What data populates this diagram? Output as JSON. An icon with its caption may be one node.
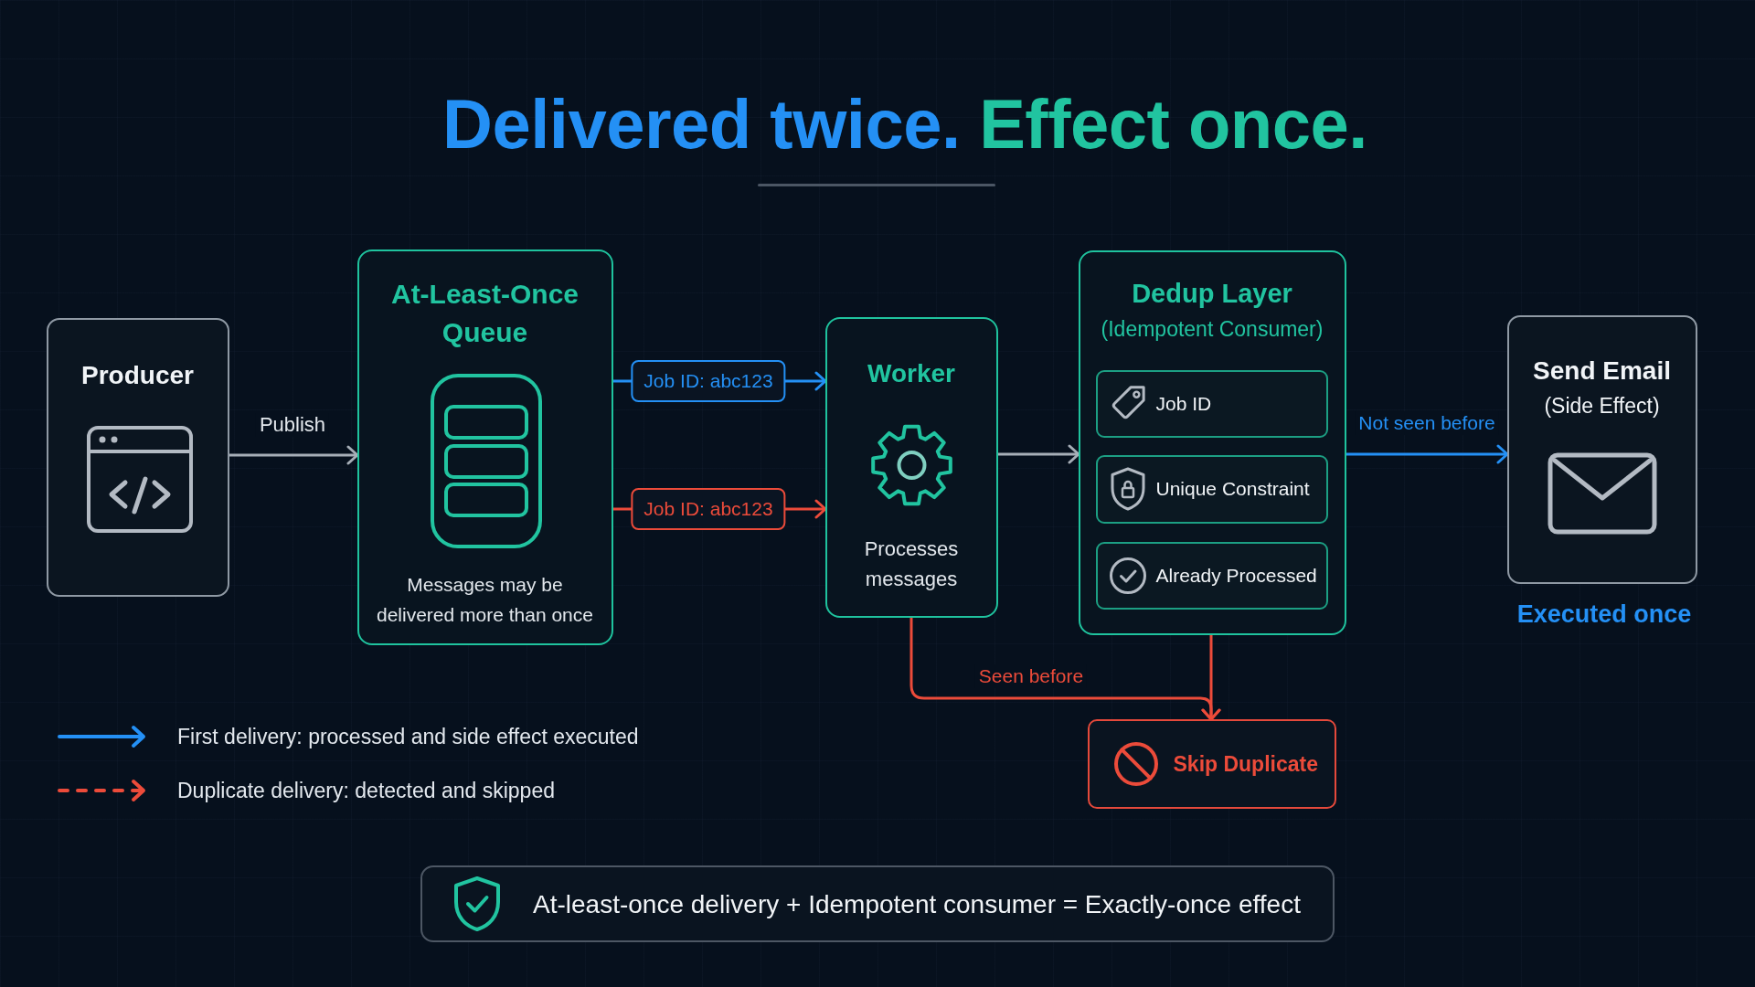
{
  "diagram": {
    "title": "Delivered twice. Effect once.",
    "nodes": [
      {
        "text": [
          "Producer"
        ]
      },
      {
        "text": [
          "At-Least-Once Queue",
          "Messages may be delivered more than once"
        ]
      },
      {
        "text": [
          "Worker",
          "Processes messages"
        ]
      },
      {
        "text": [
          "Dedup Layer",
          "(Idempotent Consumer)"
        ]
      },
      {
        "text": [
          "Job ID"
        ],
        "in": 3
      },
      {
        "text": [
          "Unique Constraint"
        ],
        "in": 3
      },
      {
        "text": [
          "Already Processed"
        ],
        "in": 3
      },
      {
        "text": [
          "Send Email",
          "(Side Effect)"
        ],
        "beside": [
          "Executed once"
        ]
      },
      {
        "text": [
          "Skip Duplicate"
        ]
      },
      {
        "text": [
          "At-least-once delivery + Idempotent consumer = Exactly-once effect"
        ]
      }
    ],
    "edges": [
      {
        "from": 0,
        "to": 1,
        "label": "Publish",
        "arrow": "to",
        "color": "#a6aeb7"
      },
      {
        "from": 1,
        "to": 2,
        "label": "Job ID: abc123",
        "arrow": "to",
        "color": "#2490f5"
      },
      {
        "from": 1,
        "to": 2,
        "label": "Job ID: abc123",
        "arrow": "to",
        "color": "#ec4b3a"
      },
      {
        "from": 2,
        "to": 3,
        "arrow": "to",
        "color": "#a6aeb7"
      },
      {
        "from": 3,
        "to": 7,
        "label": "Not seen before",
        "arrow": "to",
        "color": "#2490f5"
      },
      {
        "from": 2,
        "to": 8,
        "label": "Seen before",
        "arrow": "to",
        "color": "#ec4b3a"
      },
      {
        "from": 3,
        "to": 8,
        "arrow": "to",
        "color": "#ec4b3a"
      }
    ],
    "legend": [
      {
        "text": "First delivery: processed and side effect executed"
      },
      {
        "text": "Duplicate delivery: detected and skipped"
      }
    ]
  }
}
